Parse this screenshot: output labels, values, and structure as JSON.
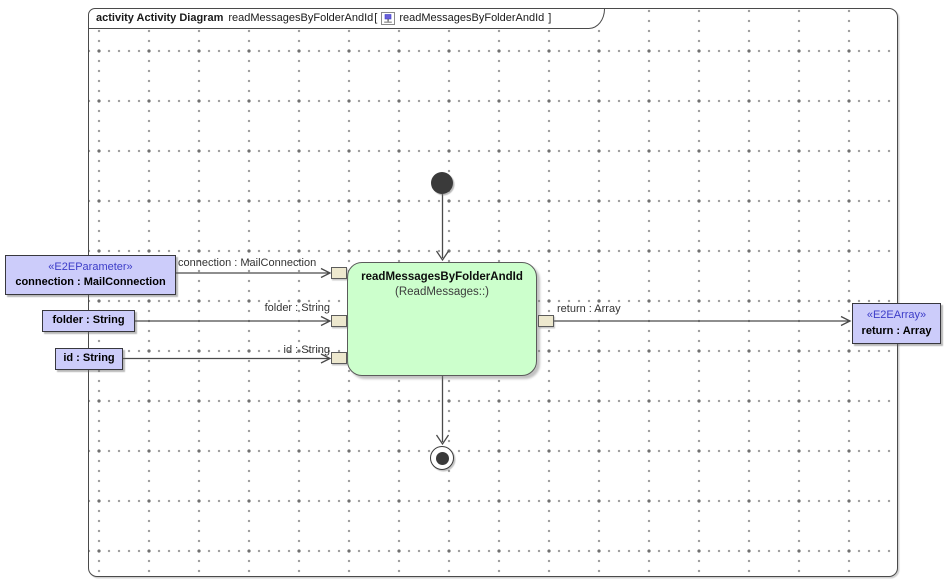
{
  "tab": {
    "kind": "activity Activity Diagram",
    "name": "readMessagesByFolderAndId",
    "open_bracket": "[",
    "content": "readMessagesByFolderAndId",
    "close_bracket": "]"
  },
  "activity_node": {
    "name": "readMessagesByFolderAndId",
    "qualifier": "(ReadMessages::)"
  },
  "edge_labels": {
    "connection": "connection : MailConnection",
    "folder": "folder : String",
    "id": "id : String",
    "return": "return : Array"
  },
  "parameter_boxes": [
    {
      "stereotype": "«E2EParameter»",
      "name": "connection : MailConnection"
    },
    {
      "name": "folder : String"
    },
    {
      "name": "id : String"
    }
  ],
  "return_box": {
    "stereotype": "«E2EArray»",
    "name": "return : Array"
  },
  "nodes": {
    "initial": "initial-node",
    "final": "activity-final-node"
  },
  "colors": {
    "activity-fill": "#CCFFCC",
    "activity-border": "#5B5B5B",
    "pin-fill": "#EDE8CE",
    "pin-border": "#5B5B5B",
    "param-fill": "#CCCCFA",
    "param-border": "#38383E",
    "stereotype-text": "#3D3DC8",
    "frame-border": "#4A4A4A",
    "edge-color": "#4A4A4A",
    "node-dark": "#3A3A3A",
    "grid-dot": "#989898",
    "label-text": "#2B2B2B"
  }
}
